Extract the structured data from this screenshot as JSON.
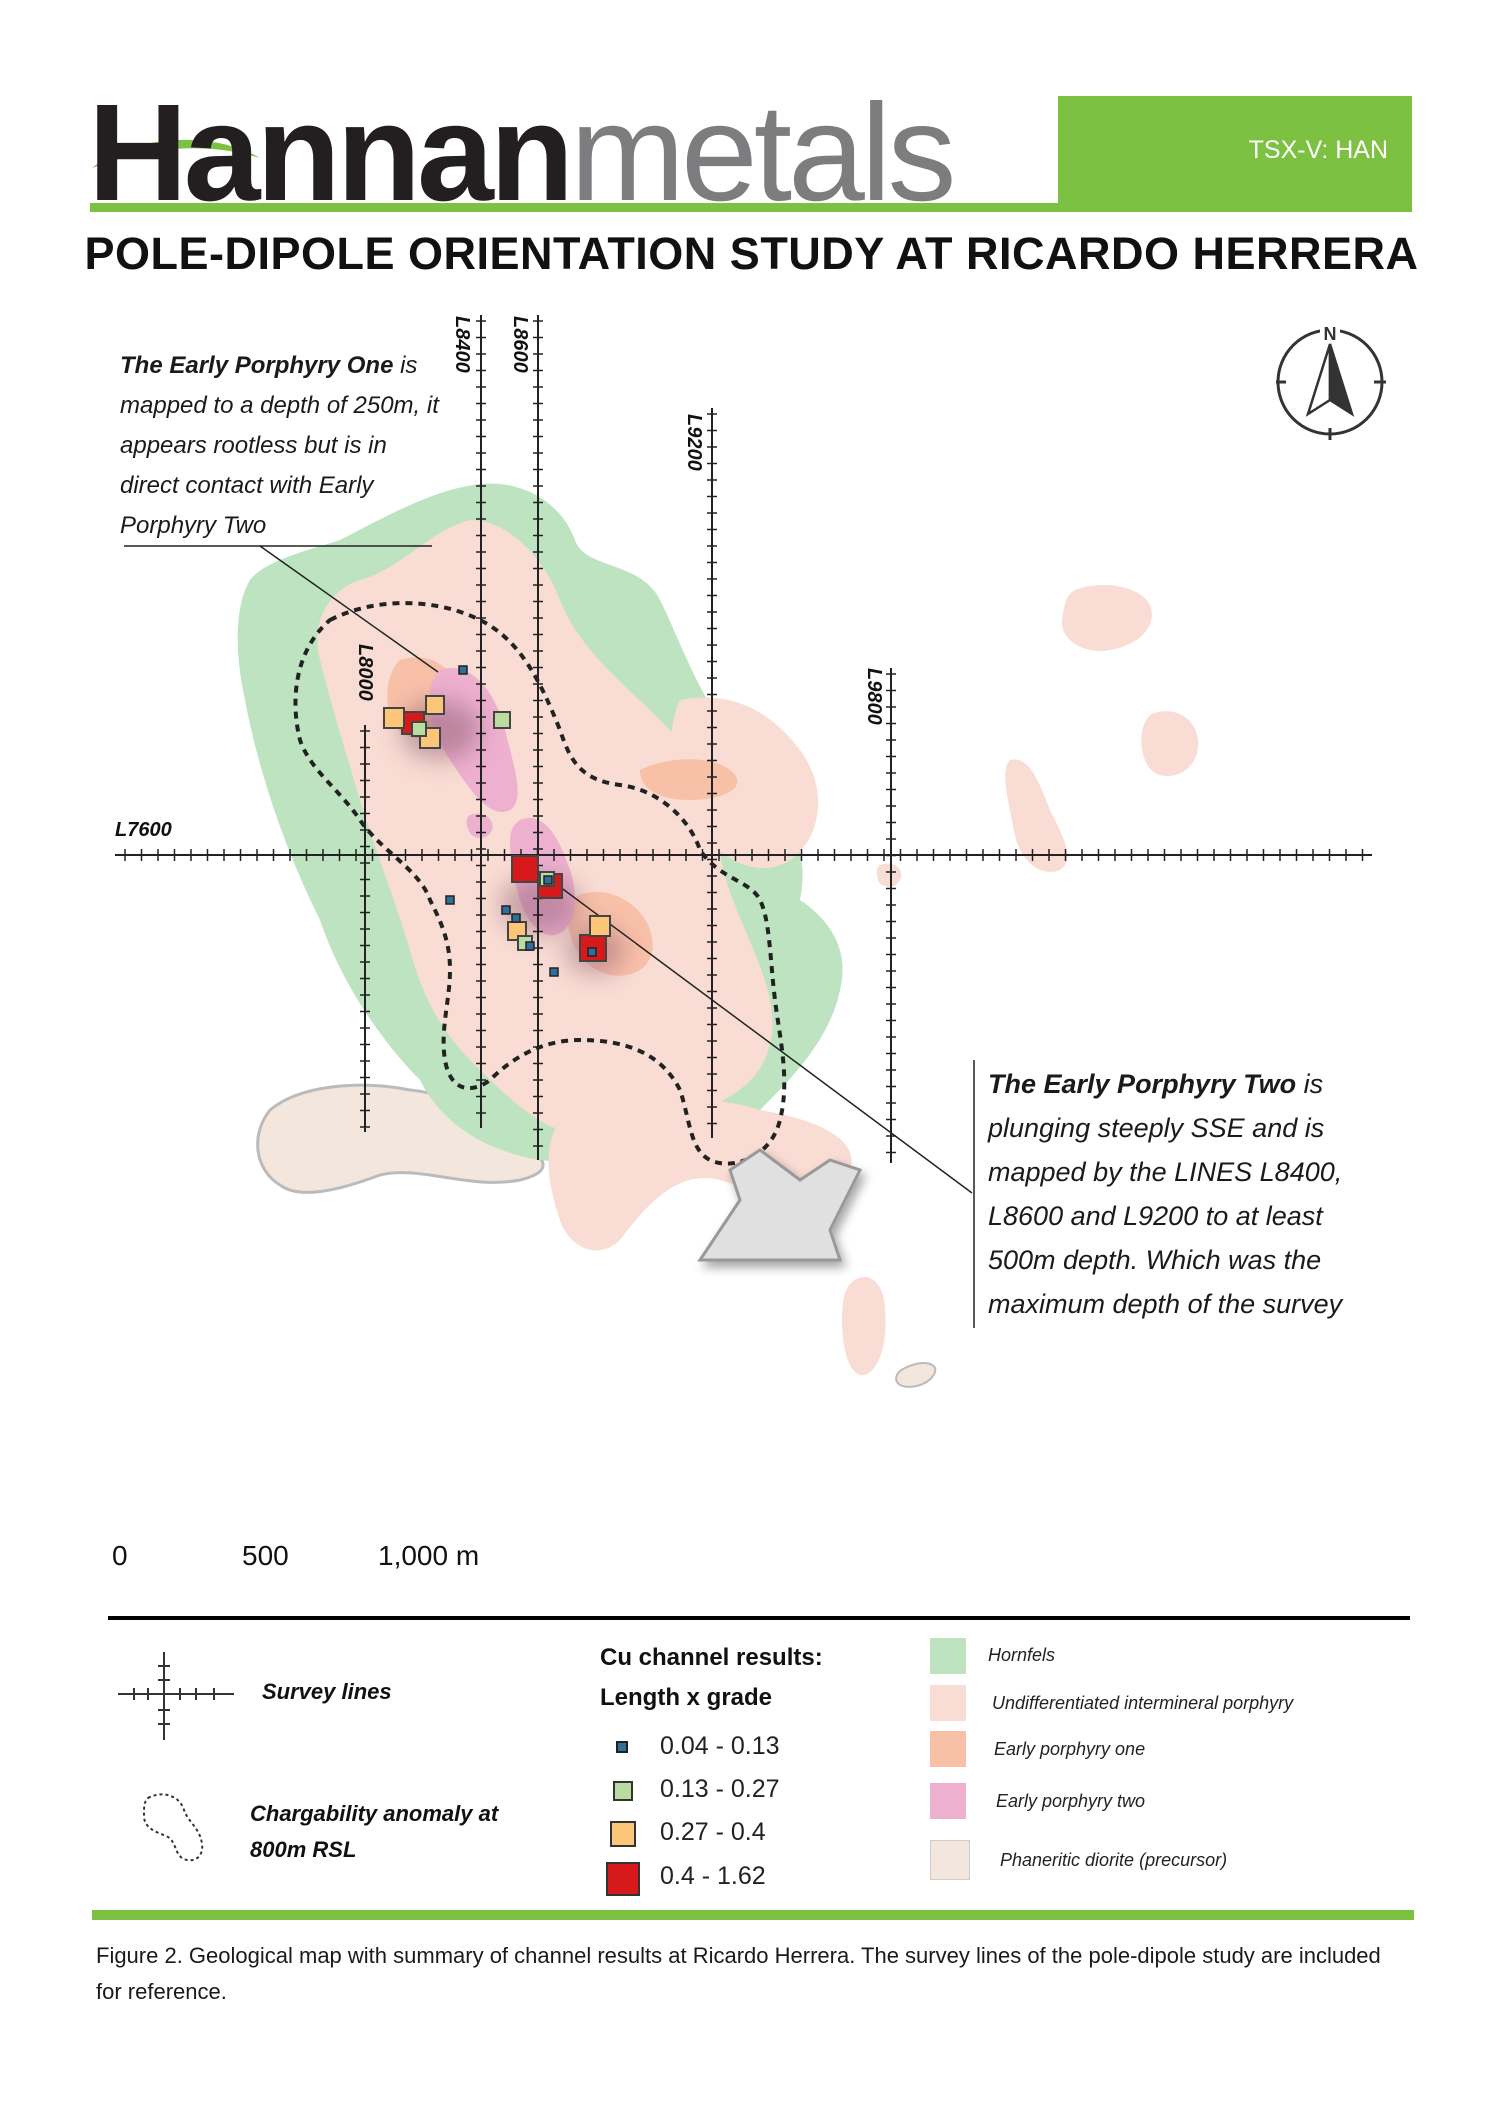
{
  "logo": {
    "dark": "Hannan",
    "light": "metals"
  },
  "ticker": "TSX-V: HAN",
  "title": "POLE-DIPOLE ORIENTATION STUDY AT RICARDO HERRERA",
  "compass_label": "N",
  "survey_lines": {
    "vertical": [
      "L8400",
      "L8600",
      "L9200",
      "L8000",
      "L9800"
    ],
    "horizontal": [
      "L7600"
    ]
  },
  "notes": {
    "one": {
      "bold": "The Early Porphyry One",
      "rest": " is mapped to a depth of 250m, it appears rootless but is in direct contact with Early Porphyry Two"
    },
    "two": {
      "bold": "The Early Porphyry Two",
      "rest": " is plunging steeply SSE and is mapped by the LINES L8400, L8600 and L9200 to at  least 500m depth. Which was the maximum depth of the survey"
    }
  },
  "scale": {
    "labels": [
      "0",
      "500",
      "1,000 m"
    ]
  },
  "legend": {
    "survey_lines": "Survey lines",
    "chargability": "Chargability anomaly at 800m RSL",
    "cu_title": "Cu channel results:",
    "cu_subtitle": "Length x grade",
    "cu_classes": [
      {
        "label": "0.04 - 0.13",
        "color": "#2f6f9c"
      },
      {
        "label": "0.13 - 0.27",
        "color": "#b9dca0"
      },
      {
        "label": "0.27 - 0.4",
        "color": "#fbc67a"
      },
      {
        "label": "0.4 - 1.62",
        "color": "#d7191c"
      }
    ],
    "geology": [
      {
        "label": "Hornfels",
        "color": "#bde3c1"
      },
      {
        "label": "Undifferentiated intermineral porphyry",
        "color": "#f9dcd3"
      },
      {
        "label": "Early porphyry one",
        "color": "#f9c0a8"
      },
      {
        "label": "Early porphyry two",
        "color": "#eeb0cf"
      },
      {
        "label": "Phaneritic diorite (precursor)",
        "color": "#f3e6dc"
      }
    ]
  },
  "caption": "Figure 2. Geological map with summary of channel results at Ricardo Herrera. The survey lines of the pole-dipole study are included for reference."
}
